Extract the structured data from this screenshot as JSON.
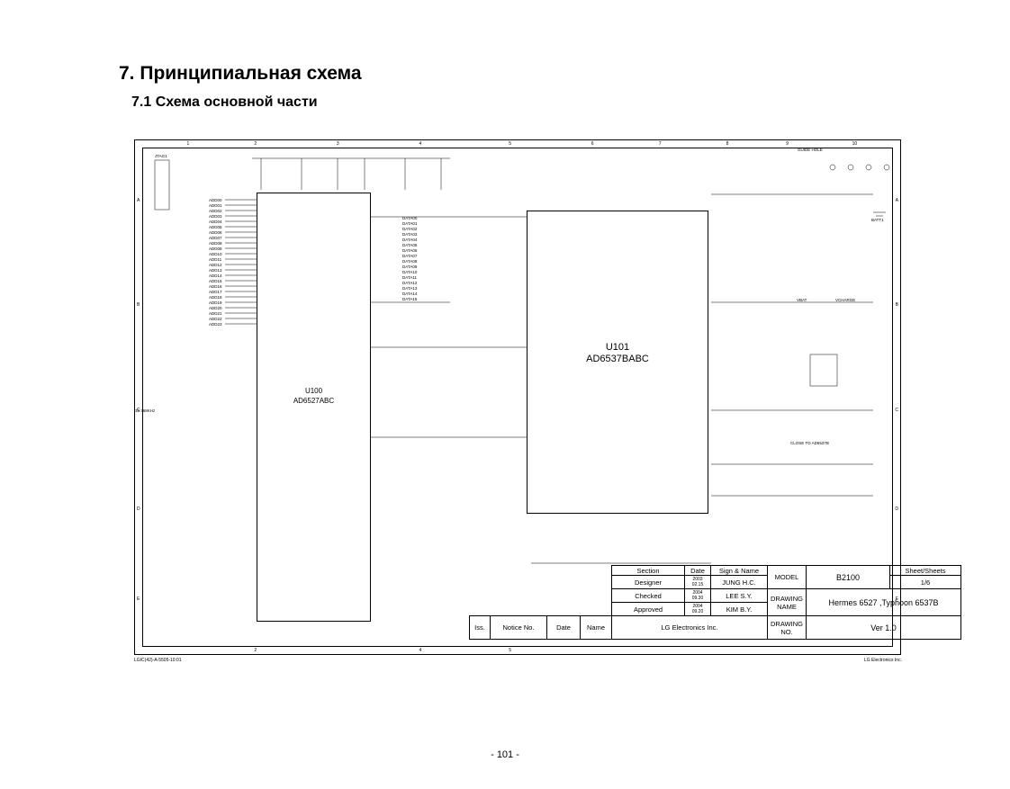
{
  "heading": "7. Принципиальная схема",
  "subheading": "7.1 Схема основной части",
  "border": {
    "columns": [
      "1",
      "2",
      "3",
      "4",
      "5",
      "6",
      "7",
      "8",
      "9",
      "10"
    ],
    "rows": [
      "A",
      "B",
      "C",
      "D",
      "E"
    ]
  },
  "chips": {
    "u100": {
      "ref": "U100",
      "part": "AD6527ABC"
    },
    "u101": {
      "ref": "U101",
      "part": "AD6537BABC"
    }
  },
  "labels": {
    "close_to": "CLOSE TO AD6537B",
    "guide_hole": "GUIDE HOLE",
    "jtag": "JTAG1",
    "vbat": "VBAT",
    "vcharge": "VCHARGE",
    "batt": "BATT1",
    "xtal": "32.768KHz"
  },
  "pins_left_u100": [
    "ADD00",
    "ADD01",
    "ADD02",
    "ADD03",
    "ADD04",
    "ADD05",
    "ADD06",
    "ADD07",
    "ADD08",
    "ADD09",
    "ADD10",
    "ADD11",
    "ADD12",
    "ADD13",
    "ADD14",
    "ADD15",
    "ADD16",
    "ADD17",
    "ADD18",
    "ADD19",
    "ADD20",
    "ADD21",
    "ADD22",
    "ADD23"
  ],
  "pins_right_u100": [
    "DATA00",
    "DATA01",
    "DATA02",
    "DATA03",
    "DATA04",
    "DATA05",
    "DATA06",
    "DATA07",
    "DATA08",
    "DATA09",
    "DATA10",
    "DATA11",
    "DATA12",
    "DATA13",
    "DATA14",
    "DATA15"
  ],
  "title_block": {
    "section": "Section",
    "date": "Date",
    "sign_name": "Sign & Name",
    "model_label": "MODEL",
    "model_value": "B2100",
    "sheets_label": "Sheet/Sheets",
    "sheets_value": "1/6",
    "designer": "Designer",
    "designer_date": "2003 02.15",
    "designer_name": "JUNG H.C.",
    "checked": "Checked",
    "checked_date": "2004 09.30",
    "checked_name": "LEE S.Y.",
    "approved": "Approved",
    "approved_date": "2004 09.20",
    "approved_name": "KIM B.Y.",
    "drawing_name_label": "DRAWING NAME",
    "drawing_name_value": "Hermes 6527 ,Typhoon 6537B",
    "iss": "Iss.",
    "notice_no": "Notice No.",
    "date2": "Date",
    "name": "Name",
    "company": "LG Electronics Inc.",
    "drawing_no_label": "DRAWING NO.",
    "version": "Ver 1.0"
  },
  "footer": {
    "left": "LGIC(42)-A-5505-10:01",
    "right": "LG Electronics Inc."
  },
  "page_number": "- 101 -"
}
